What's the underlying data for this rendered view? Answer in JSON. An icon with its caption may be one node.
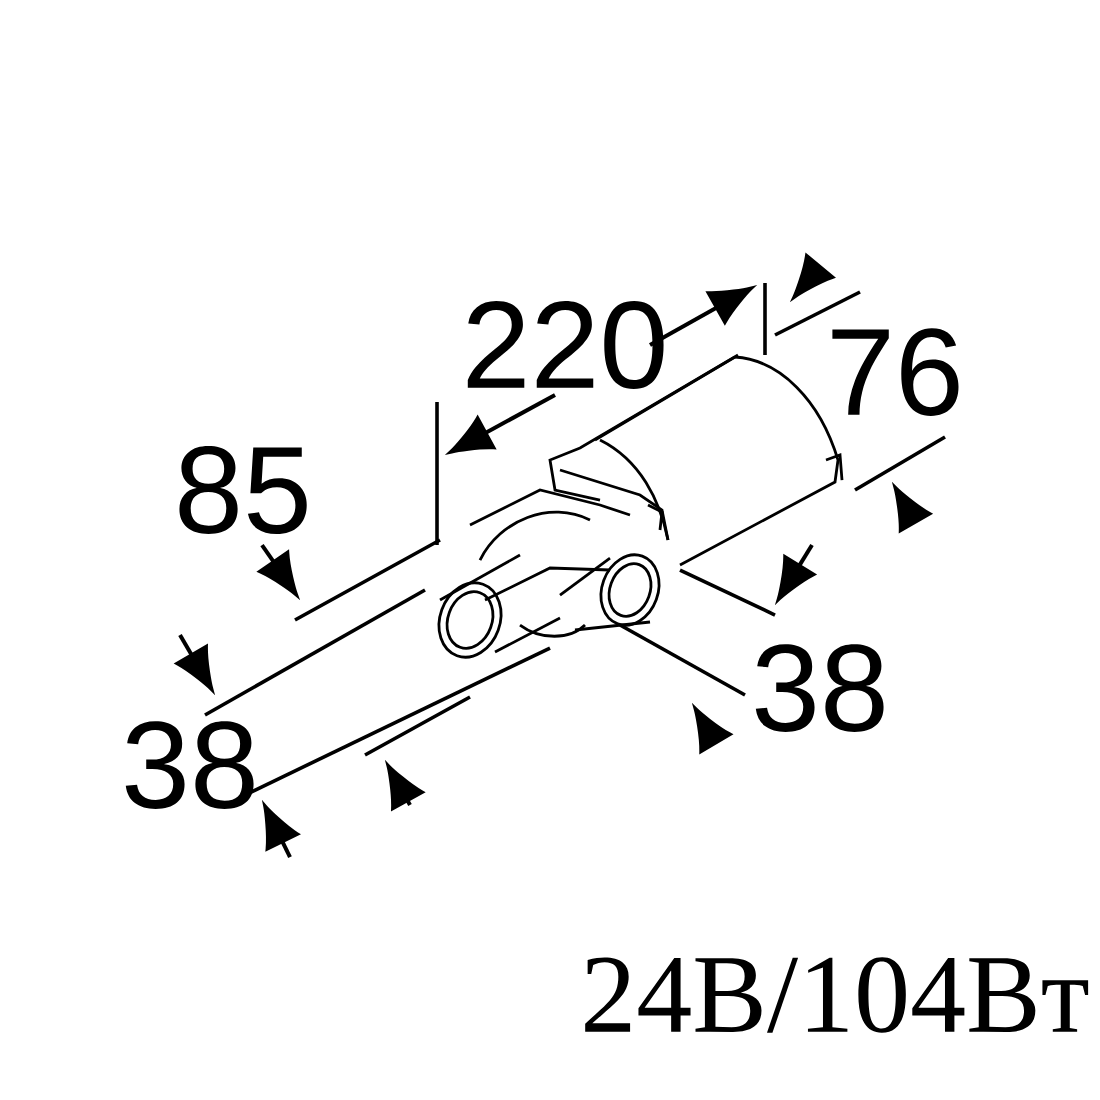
{
  "diagram": {
    "labels": [
      "220",
      "76",
      "85",
      "38",
      "38",
      "24В/104Вт"
    ]
  }
}
